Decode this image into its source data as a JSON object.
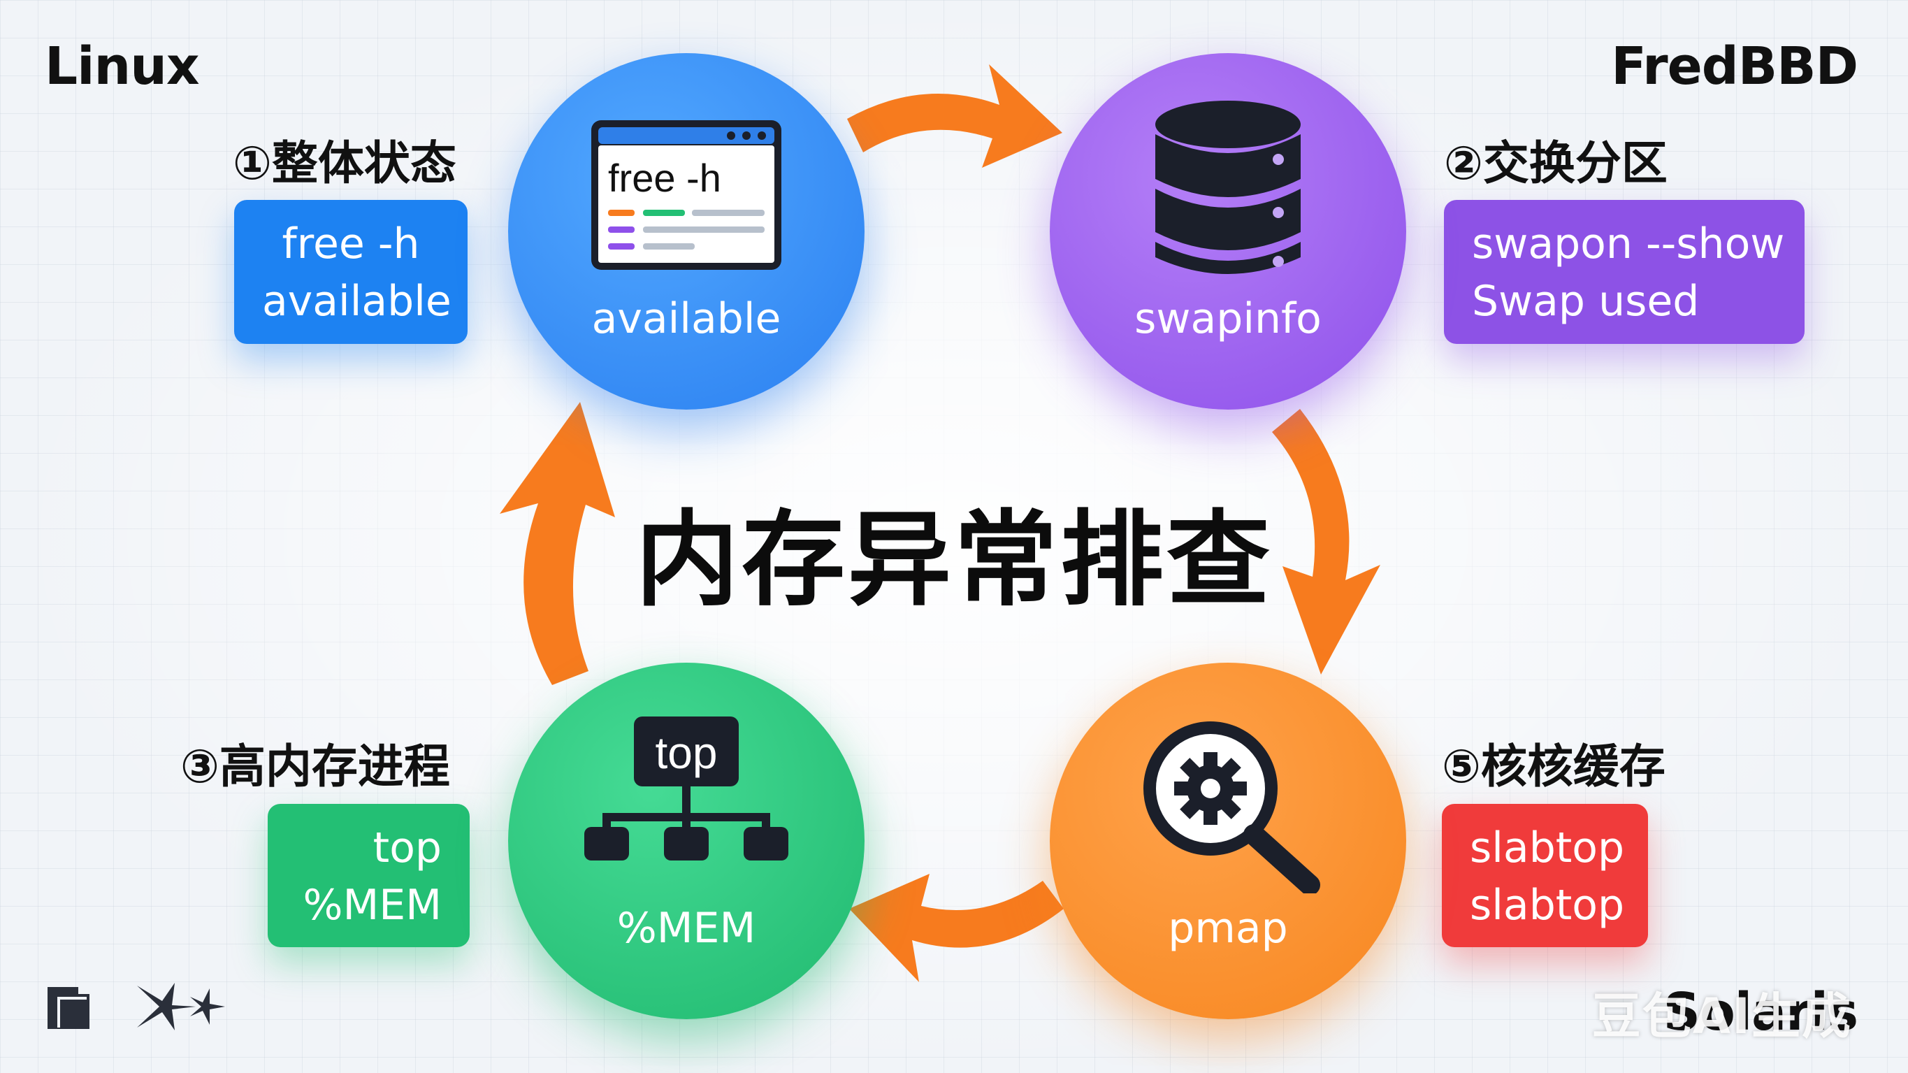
{
  "corners": {
    "top_left": "Linux",
    "top_right": "FredBBD",
    "bottom_right": "Solaris"
  },
  "watermark": "豆包AI生成",
  "title": "内存异常排查",
  "steps": [
    {
      "heading": "①整体状态",
      "lines": [
        "free -h",
        "available"
      ],
      "color": "#1d82f2"
    },
    {
      "heading": "②交换分区",
      "lines": [
        "swapon --show",
        "Swap used"
      ],
      "color": "#8d52e6"
    },
    {
      "heading": "③高内存进程",
      "lines": [
        "top",
        "%MEM"
      ],
      "color": "#23bf74"
    },
    {
      "heading": "⑤核核缓存",
      "lines": [
        "slabtop",
        "slabtop"
      ],
      "color": "#f03b3b"
    }
  ],
  "nodes": [
    {
      "label": "available",
      "icon": "terminal-window-icon",
      "icon_text": "free -h",
      "color": "#2a7ff0"
    },
    {
      "label": "swapinfo",
      "icon": "database-icon",
      "color": "#8e50ea"
    },
    {
      "label": "%MEM",
      "icon": "process-tree-icon",
      "icon_text": "top",
      "color": "#20b96f"
    },
    {
      "label": "pmap",
      "icon": "magnifier-gear-icon",
      "color": "#f7861f"
    }
  ],
  "arrow_color": "#f77b1e"
}
